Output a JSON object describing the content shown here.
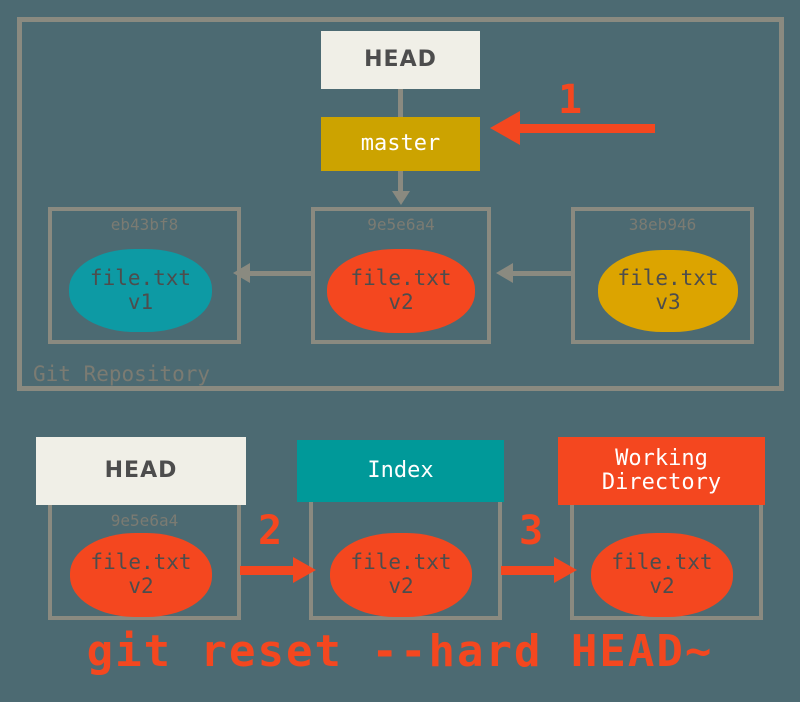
{
  "diagram": {
    "background_color": "#4c6a72",
    "command_text": "git reset --hard HEAD~",
    "repository": {
      "label": "Git Repository",
      "head_label": "HEAD",
      "branch_label": "master",
      "commits": [
        {
          "sha": "eb43bf8",
          "file": "file.txt",
          "version": "v1",
          "color": "#0d9aa4"
        },
        {
          "sha": "9e5e6a4",
          "file": "file.txt",
          "version": "v2",
          "color": "#f4471f"
        },
        {
          "sha": "38eb946",
          "file": "file.txt",
          "version": "v3",
          "color": "#dca400"
        }
      ]
    },
    "areas": [
      {
        "title": "HEAD",
        "sha": "9e5e6a4",
        "file": "file.txt",
        "version": "v2",
        "header_color": "#f0efe7",
        "blob_color": "#f4471f"
      },
      {
        "title": "Index",
        "sha": "",
        "file": "file.txt",
        "version": "v2",
        "header_color": "#009999",
        "blob_color": "#f4471f"
      },
      {
        "title": "Working\nDirectory",
        "sha": "",
        "file": "file.txt",
        "version": "v2",
        "header_color": "#f4471f",
        "blob_color": "#f4471f"
      }
    ],
    "steps": [
      {
        "number": "1",
        "description": "move-master-branch-pointer"
      },
      {
        "number": "2",
        "description": "update-index"
      },
      {
        "number": "3",
        "description": "update-working-directory"
      }
    ],
    "colors": {
      "frame": "#8a8a80",
      "accent_red": "#f4471f",
      "teal": "#009999",
      "gold": "#cca300",
      "cream": "#f0efe7",
      "label_gray": "#7b7b72"
    }
  }
}
